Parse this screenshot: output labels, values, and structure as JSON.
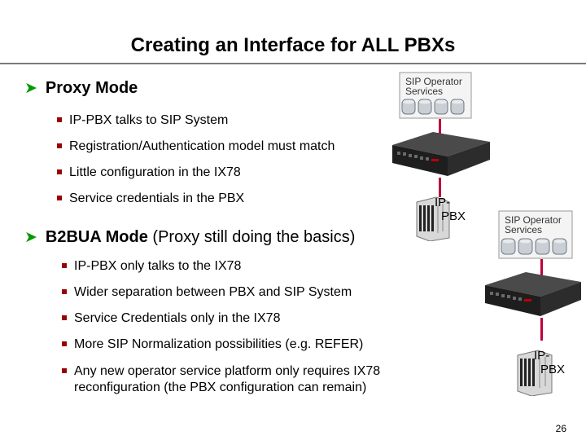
{
  "title": "Creating an Interface for ALL PBXs",
  "proxy": {
    "heading": "Proxy Mode",
    "bullets": [
      "IP-PBX talks to SIP System",
      "Registration/Authentication model must match",
      "Little configuration in the IX78",
      "Service credentials in the PBX"
    ]
  },
  "b2bua": {
    "heading_bold": "B2BUA Mode",
    "heading_rest": " (Proxy still doing the basics)",
    "bullets": [
      "IP-PBX only talks to the IX78",
      "Wider separation between PBX and SIP System",
      "Service Credentials only in the IX78",
      "More SIP Normalization possibilities (e.g. REFER)",
      "Any new operator service platform only requires IX78",
      "reconfiguration (the PBX configuration can remain)"
    ]
  },
  "diagram": {
    "sip_line1": "SIP Operator",
    "sip_line2": "Services",
    "pbx_label_line1": "IP-",
    "pbx_label_line2": "PBX",
    "link_color": "#c0003c"
  },
  "page_number": "26"
}
